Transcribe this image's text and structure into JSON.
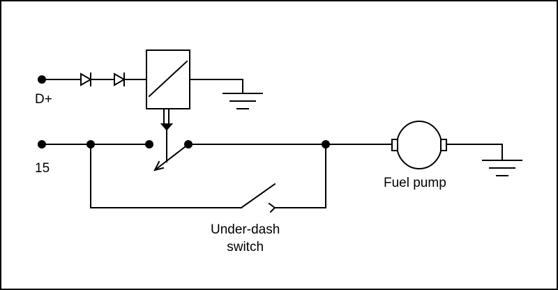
{
  "labels": {
    "d_plus": "D+",
    "terminal_15": "15",
    "fuel_pump": "Fuel pump",
    "switch_line1": "Under-dash",
    "switch_line2": "switch"
  },
  "components": {
    "terminal_icon": "terminal-dot-icon",
    "diode_icon": "diode-icon",
    "relay_icon": "relay-coil-icon",
    "ground_icon": "ground-icon",
    "motor_icon": "motor-icon",
    "switch_icon": "switch-icon"
  },
  "colors": {
    "stroke": "#000000",
    "background": "#ffffff"
  }
}
